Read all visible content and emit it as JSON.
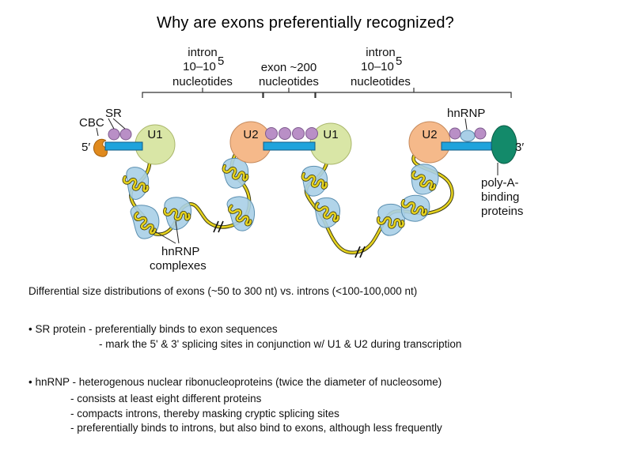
{
  "title": "Why are exons preferentially recognized?",
  "diagram": {
    "intron_left": [
      "intron",
      "10–10",
      "5",
      "nucleotides"
    ],
    "exon_mid": [
      "exon ~200",
      "nucleotides"
    ],
    "intron_right": [
      "intron",
      "10–10",
      "5",
      "nucleotides"
    ],
    "cbc": "CBC",
    "sr": "SR",
    "five_prime": "5′",
    "three_prime": "3′",
    "u1": "U1",
    "u2": "U2",
    "hnrnp_top": "hnRNP",
    "hnrnp_complexes": [
      "hnRNP",
      "complexes"
    ],
    "polya": [
      "poly-A-",
      "binding",
      "proteins"
    ]
  },
  "text": {
    "intro": "Differential size distributions of exons (~50 to 300 nt) vs. introns (<100-100,000 nt)",
    "sr_bullet": "• SR protein - preferentially binds to exon sequences",
    "sr_sub": "- mark the 5' & 3' splicing sites in conjunction w/ U1 & U2 during transcription",
    "hnrnp_bullet": "• hnRNP - heterogenous nuclear ribonucleoproteins (twice the diameter of nucleosome)",
    "hnrnp_sub": [
      "- consists at least eight different proteins",
      "- compacts introns, thereby masking cryptic splicing sites",
      "- preferentially binds to introns, but also bind to exons, although less frequently"
    ]
  },
  "colors": {
    "exon": "#1fa3dc",
    "u1": "#d9e6a6",
    "u2": "#f5b98a",
    "sr": "#b98fc6",
    "cbc": "#e08a1e",
    "hnrnp": "#a9cfe7",
    "polya": "#138a6a",
    "rna": "#e6d21e"
  }
}
